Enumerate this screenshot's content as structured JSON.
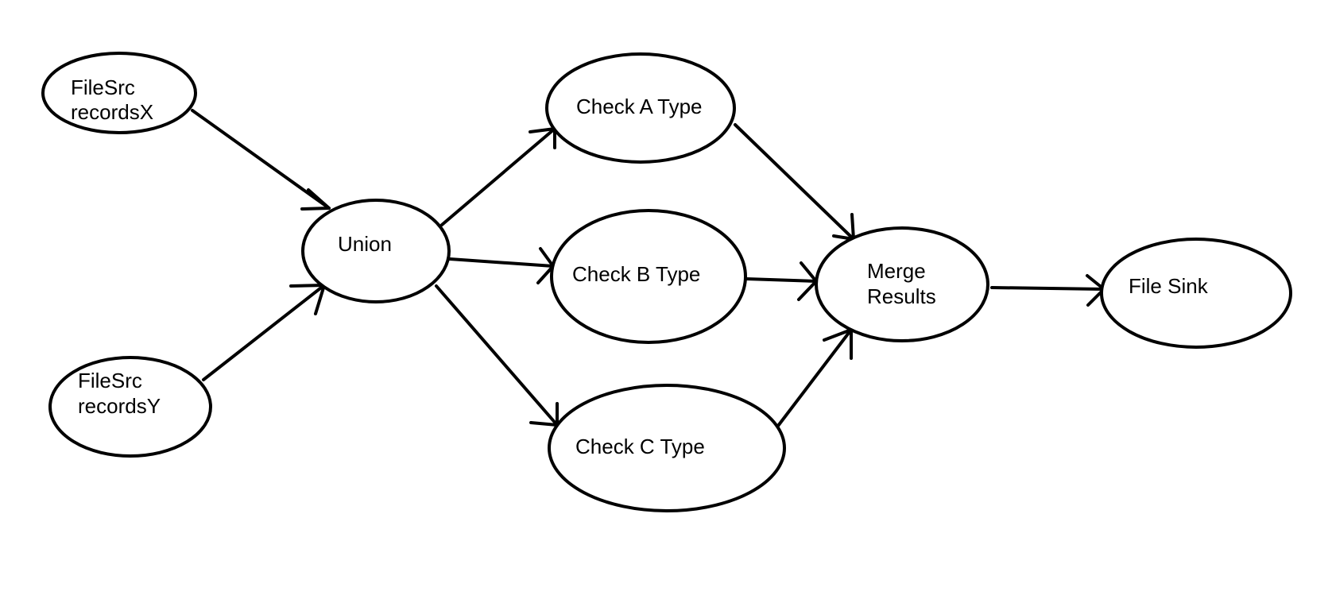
{
  "colors": {
    "stroke": "#000000",
    "background": "#ffffff",
    "text": "#000000"
  },
  "nodes": [
    {
      "id": "filesrc_x",
      "lines": [
        "FileSrc",
        "recordsX"
      ]
    },
    {
      "id": "filesrc_y",
      "lines": [
        "FileSrc",
        "recordsY"
      ]
    },
    {
      "id": "union",
      "lines": [
        "Union"
      ]
    },
    {
      "id": "check_a",
      "lines": [
        "Check A Type"
      ]
    },
    {
      "id": "check_b",
      "lines": [
        "Check B Type"
      ]
    },
    {
      "id": "check_c",
      "lines": [
        "Check C Type"
      ]
    },
    {
      "id": "merge",
      "lines": [
        "Merge",
        "Results"
      ]
    },
    {
      "id": "file_sink",
      "lines": [
        "File Sink"
      ]
    }
  ],
  "edges": [
    {
      "from": "filesrc_x",
      "to": "union"
    },
    {
      "from": "filesrc_y",
      "to": "union"
    },
    {
      "from": "union",
      "to": "check_a"
    },
    {
      "from": "union",
      "to": "check_b"
    },
    {
      "from": "union",
      "to": "check_c"
    },
    {
      "from": "check_a",
      "to": "merge"
    },
    {
      "from": "check_b",
      "to": "merge"
    },
    {
      "from": "check_c",
      "to": "merge"
    },
    {
      "from": "merge",
      "to": "file_sink"
    }
  ]
}
